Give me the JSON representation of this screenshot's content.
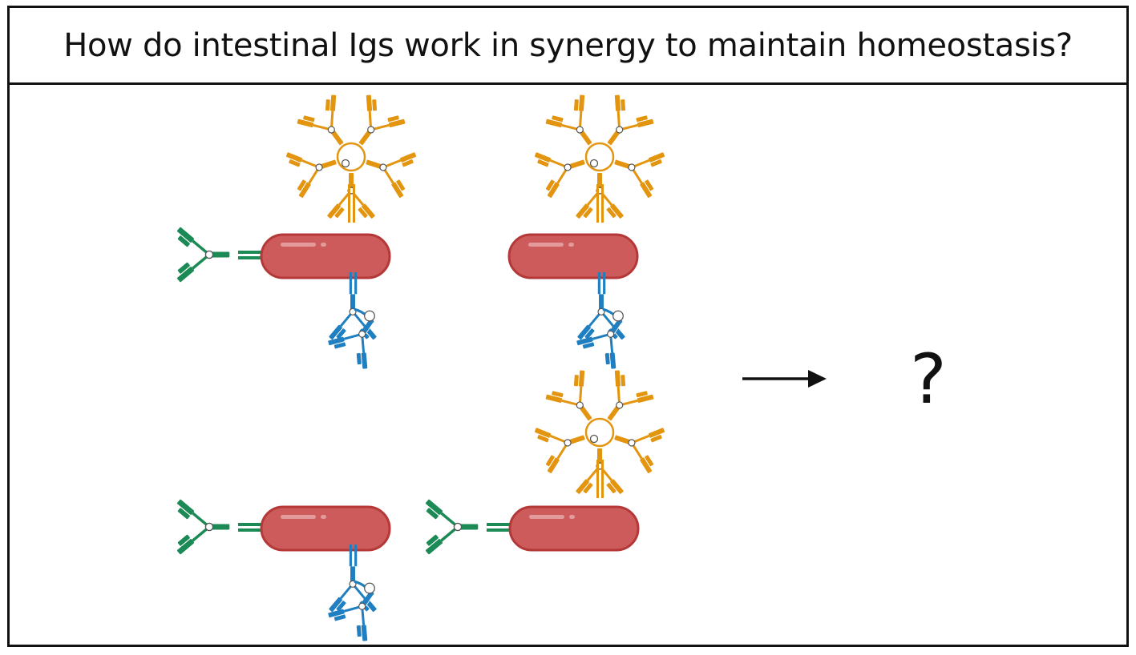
{
  "title": "How do intestinal Igs work in synergy to maintain homeostasis?",
  "outcome_symbol": "?",
  "colors": {
    "bacterium": "#cd5b5b",
    "bacterium_outline": "#b53838",
    "iga_pentamer": "#e3950f",
    "igg_green": "#1b8a55",
    "igg_blue": "#1f7fc0"
  },
  "groups": [
    {
      "id": "bacterium-top-left",
      "antibodies": [
        "green-monomer",
        "orange-pentamer",
        "blue-dimer"
      ]
    },
    {
      "id": "bacterium-top-right",
      "antibodies": [
        "orange-pentamer",
        "blue-dimer"
      ]
    },
    {
      "id": "bacterium-bottom-left",
      "antibodies": [
        "green-monomer",
        "blue-dimer"
      ]
    },
    {
      "id": "bacterium-bottom-right",
      "antibodies": [
        "green-monomer",
        "orange-pentamer"
      ]
    }
  ]
}
